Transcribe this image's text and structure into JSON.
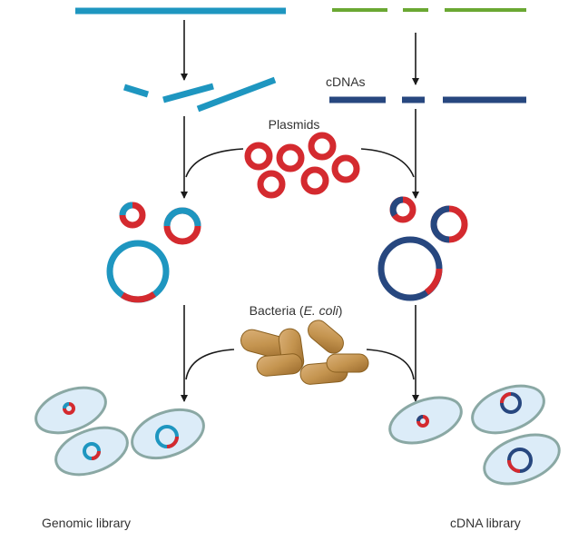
{
  "labels": {
    "cdnas": "cDNAs",
    "plasmids": "Plasmids",
    "bacteria_prefix": "Bacteria (",
    "bacteria_species": "E. coli",
    "bacteria_suffix": ")",
    "genomic_library": "Genomic library",
    "cdna_library": "cDNA library"
  },
  "colors": {
    "genomic_dna": "#1e96c0",
    "mrna": "#6aa832",
    "cdna": "#27477f",
    "plasmid": "#d42a2f",
    "bacterium": "#c4944f",
    "bacterium_dark": "#8a6020",
    "cell_fill": "#dcecf8",
    "cell_outline": "#8aa8a4",
    "arrow": "#1a1a1a"
  }
}
